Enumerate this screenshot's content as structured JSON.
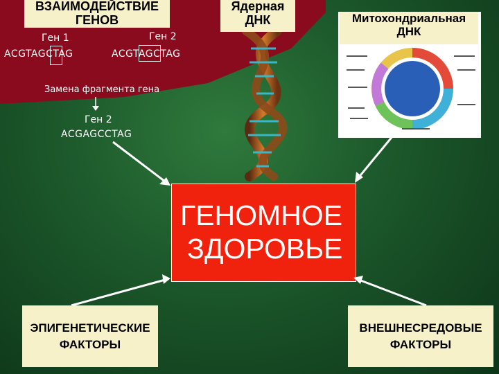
{
  "gene_interaction": {
    "title_line1": "ВЗАИМОДЕЙСТВИЕ",
    "title_line2": "ГЕНОВ",
    "gene1_label": "Ген 1",
    "gene1_seq": "ACGTAGCTAG",
    "gene2_label": "Ген 2",
    "gene2_seq": "ACGTAGCTAG",
    "replacement_label": "Замена фрагмента гена",
    "result_label": "Ген 2",
    "result_seq": "ACGAGCCTAG"
  },
  "nuclear_dna": {
    "line1": "Ядерная",
    "line2": "ДНК"
  },
  "mito_dna": {
    "line1": "Митохондриальная",
    "line2": "ДНК"
  },
  "center": {
    "line1": "ГЕНОМНОЕ",
    "line2": "ЗДОРОВЬЕ"
  },
  "epigenetic": {
    "line1": "ЭПИГЕНЕТИЧЕСКИЕ",
    "line2": "ФАКТОРЫ"
  },
  "environmental": {
    "line1": "ВНЕШНЕСРЕДОВЫЕ",
    "line2": "ФАКТОРЫ"
  },
  "colors": {
    "red_panel": "#8a0a1e",
    "center_box": "#f0220e",
    "label_bg": "#f6f1c9"
  }
}
